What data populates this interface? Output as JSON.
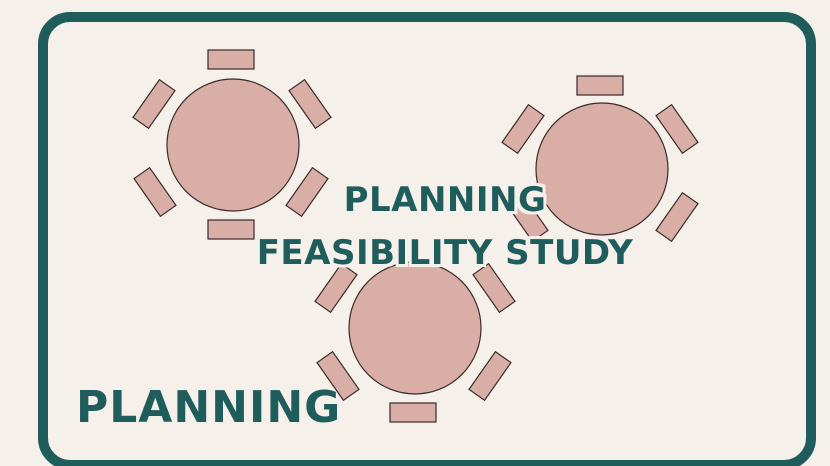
{
  "texts": {
    "title_line_1": "PLANNING",
    "title_line_2": "FEASIBILITY STUDY",
    "corner_label": "PLANNING"
  },
  "colors": {
    "background": "#f5f0ea",
    "frame": "#1f5c5c",
    "table_fill": "#d9aea7",
    "table_stroke": "#3a2a2a",
    "text": "#1f5c5c"
  },
  "icons": {
    "tables": [
      "round-table-with-chairs-icon",
      "round-table-with-chairs-icon",
      "round-table-with-chairs-icon"
    ]
  }
}
